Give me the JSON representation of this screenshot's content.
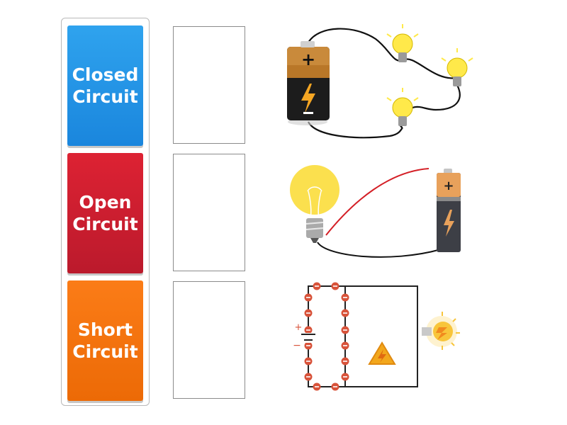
{
  "tiles": [
    {
      "line1": "Closed",
      "line2": "Circuit",
      "color": "#1f8fe4"
    },
    {
      "line1": "Open",
      "line2": "Circuit",
      "color": "#c91f30"
    },
    {
      "line1": "Short",
      "line2": "Circuit",
      "color": "#f5730e"
    }
  ],
  "images": [
    {
      "icon": "closed-circuit-diagram-icon"
    },
    {
      "icon": "open-circuit-diagram-icon"
    },
    {
      "icon": "short-circuit-diagram-icon"
    }
  ],
  "colors": {
    "accent_blue": "#1f8fe4",
    "accent_red": "#c91f30",
    "accent_orange": "#f5730e"
  }
}
